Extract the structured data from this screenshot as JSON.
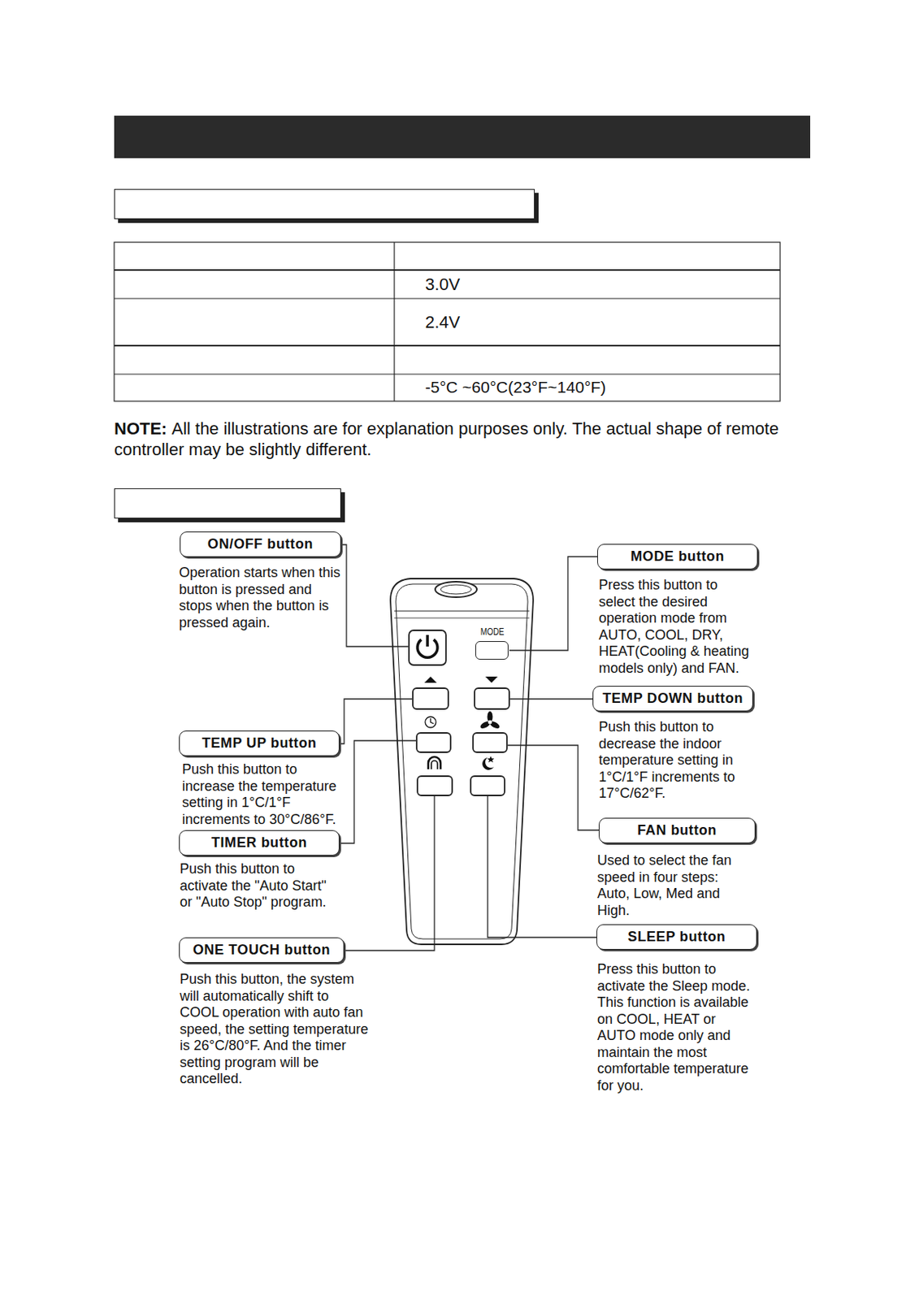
{
  "diagram": {
    "nodes": [
      {
        "text": [
          "ON/OFF button",
          "Operation starts when this button is pressed and stops when the button is pressed again."
        ]
      },
      {
        "text": [
          "MODE button",
          "Press this button to select the desired operation mode from AUTO, COOL, DRY, HEAT(Cooling & heating models only) and FAN."
        ]
      },
      {
        "text": [
          "MODE"
        ]
      },
      {
        "text": [
          "TEMP DOWN button",
          "Push this button to decrease the indoor temperature setting in 1°C/1°F increments to 17°C/62°F."
        ]
      },
      {
        "text": [
          "TEMP UP button",
          "Push this button to increase the temperature setting in 1°C/1°F increments to 30°C/86°F."
        ]
      },
      {
        "text": [
          "TIMER button",
          "Push this button to activate the \"Auto Start\" or \"Auto Stop\" program."
        ]
      },
      {
        "text": [
          "FAN button",
          "Used to select the fan speed in four steps: Auto, Low, Med and High."
        ]
      },
      {
        "text": [
          "ONE TOUCH button",
          "Push this button, the system will automatically shift to COOL operation with auto fan speed, the setting temperature is 26°C/80°F. And the timer setting program will be cancelled."
        ]
      },
      {
        "text": [
          "SLEEP button",
          "Press this button to activate the Sleep mode. This function is available on COOL, HEAT or AUTO mode only and maintain the most comfortable temperature for you."
        ]
      }
    ],
    "edges": [
      {
        "from": 1,
        "to": 2,
        "arrow": "none"
      }
    ],
    "labels": [
      "3.0V",
      "2.4V",
      "-5°C ~60°C(23°F~140°F)",
      "NOTE:",
      "All the illustrations are for explanation purposes only. The actual shape of remote controller may be slightly different."
    ]
  }
}
